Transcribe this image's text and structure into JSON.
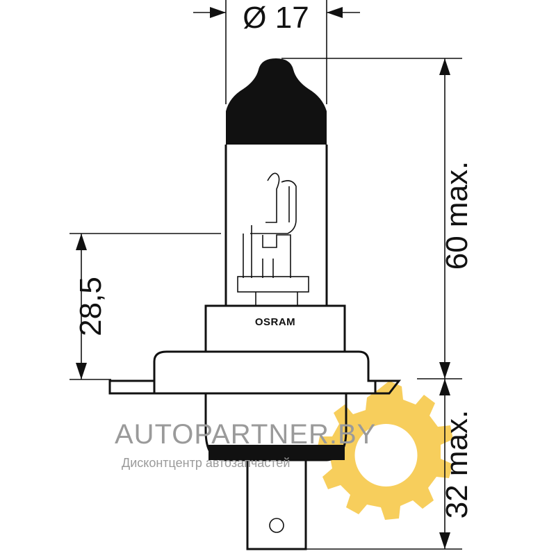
{
  "dimensions": {
    "diameter": "Ø 17",
    "height_top": "60 max.",
    "height_bottom": "32 max.",
    "focal": "28,5"
  },
  "bulb": {
    "brand": "OSRAM"
  },
  "watermark": {
    "title": "AUTOPARTNER.BY",
    "subtitle": "Дисконтцентр автозапчастей",
    "gear_color": "#f6c94a"
  },
  "colors": {
    "line": "#111111",
    "watermark_text": "#9a9a9a"
  }
}
